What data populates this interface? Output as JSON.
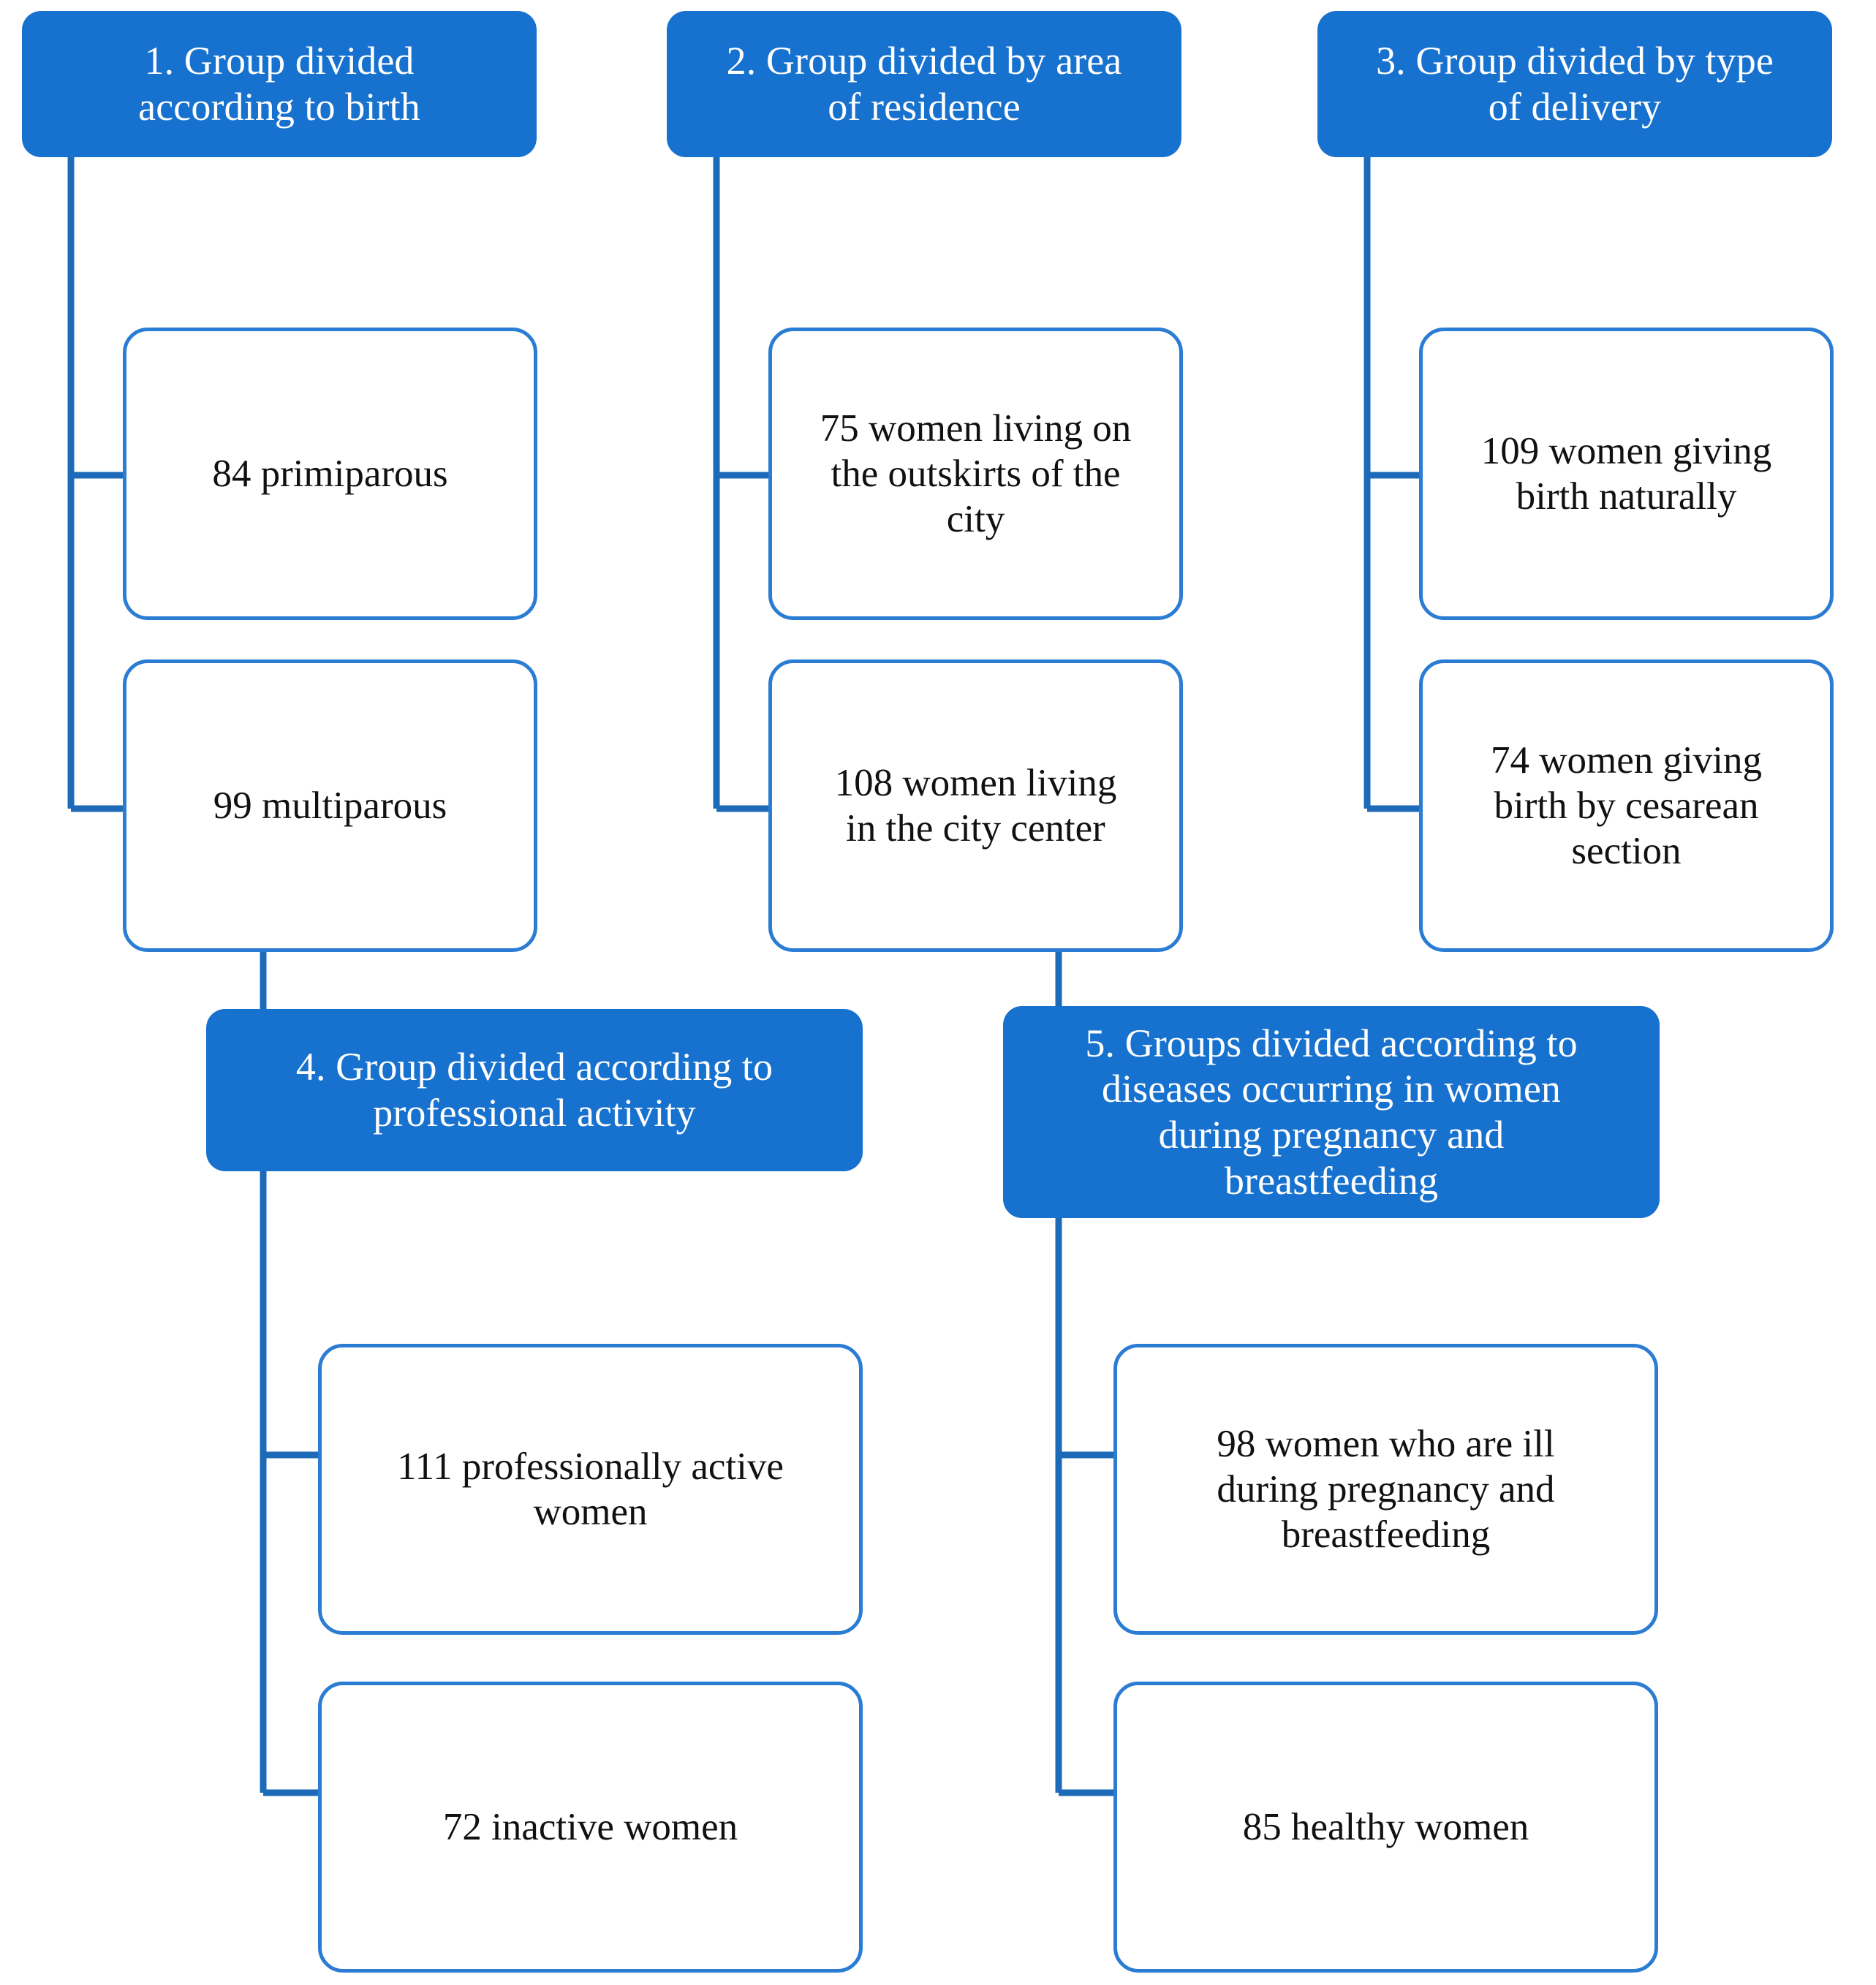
{
  "diagram": {
    "title_type": "flowchart",
    "accent_color": "#1771CE",
    "leaf_border_color": "#2B7CD3",
    "connector_color": "#1D6BB8",
    "background_color": "#FFFFFF",
    "groups": [
      {
        "id": "group-1",
        "header": "1. Group divided\naccording to birth",
        "children": [
          {
            "id": "group-1-child-1",
            "label": "84 primiparous",
            "count": 84
          },
          {
            "id": "group-1-child-2",
            "label": "99 multiparous",
            "count": 99
          }
        ]
      },
      {
        "id": "group-2",
        "header": "2. Group divided by area\nof residence",
        "children": [
          {
            "id": "group-2-child-1",
            "label": "75 women living on\nthe outskirts of the\ncity",
            "count": 75
          },
          {
            "id": "group-2-child-2",
            "label": "108 women living\nin the city center",
            "count": 108
          }
        ]
      },
      {
        "id": "group-3",
        "header": "3. Group divided by type\nof delivery",
        "children": [
          {
            "id": "group-3-child-1",
            "label": "109 women giving\nbirth naturally",
            "count": 109
          },
          {
            "id": "group-3-child-2",
            "label": "74 women giving\nbirth by cesarean\nsection",
            "count": 74
          }
        ]
      },
      {
        "id": "group-4",
        "header": "4. Group divided according to\nprofessional activity",
        "children": [
          {
            "id": "group-4-child-1",
            "label": "111 professionally active\nwomen",
            "count": 111
          },
          {
            "id": "group-4-child-2",
            "label": "72 inactive women",
            "count": 72
          }
        ]
      },
      {
        "id": "group-5",
        "header": "5. Groups divided according to\ndiseases occurring in women\nduring pregnancy and\nbreastfeeding",
        "children": [
          {
            "id": "group-5-child-1",
            "label": "98 women who are ill\nduring pregnancy and\nbreastfeeding",
            "count": 98
          },
          {
            "id": "group-5-child-2",
            "label": "85 healthy women",
            "count": 85
          }
        ]
      }
    ]
  }
}
